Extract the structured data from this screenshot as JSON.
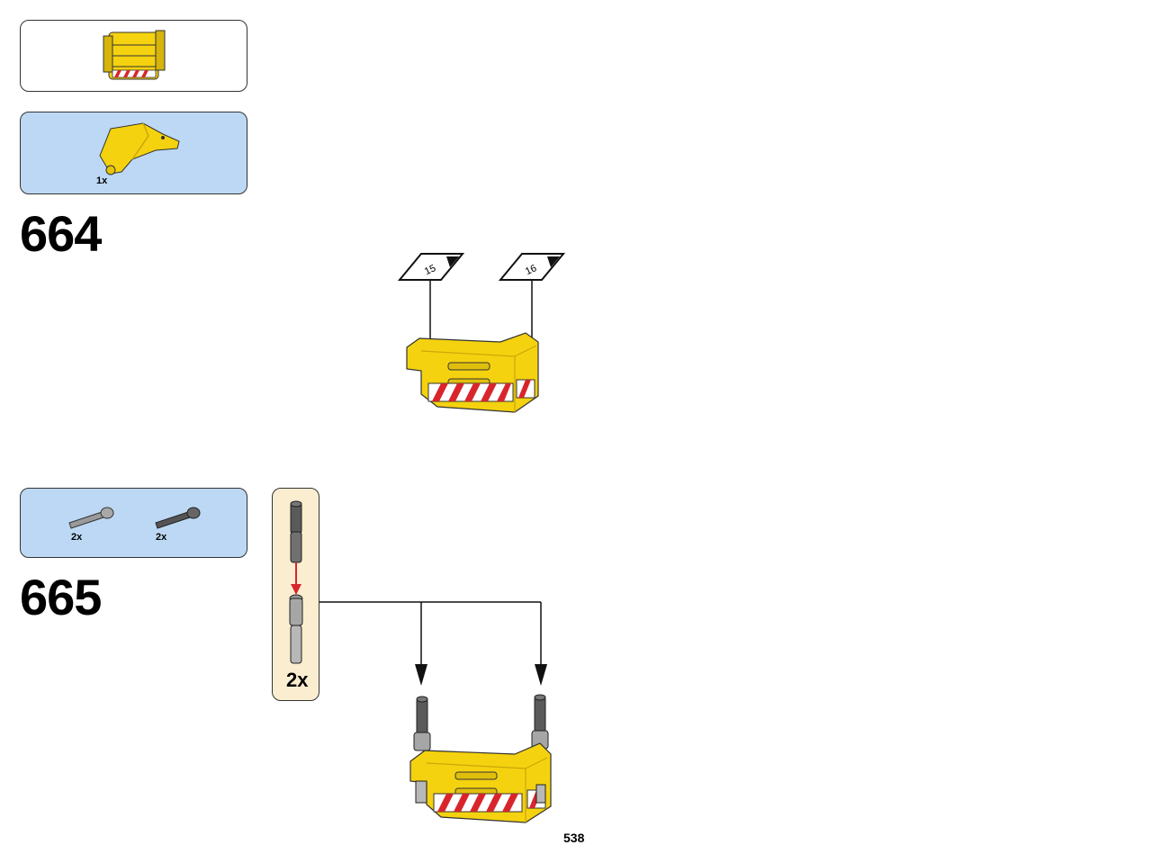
{
  "submodel_preview": {},
  "step_664": {
    "number": "664",
    "parts": [
      {
        "name": "yellow-panel",
        "qty": "1x"
      }
    ],
    "stickers": [
      "15",
      "16"
    ]
  },
  "step_665": {
    "number": "665",
    "parts": [
      {
        "name": "grey-axle-pin",
        "qty": "2x"
      },
      {
        "name": "dark-grey-axle-pin",
        "qty": "2x"
      }
    ],
    "subassembly_qty": "2x"
  },
  "page": {
    "number": "538"
  },
  "colors": {
    "yellow": "#f5d20f",
    "red": "#d8252b",
    "callout_blue": "#bcd8f4",
    "subassembly_tan": "#fbeed0"
  }
}
